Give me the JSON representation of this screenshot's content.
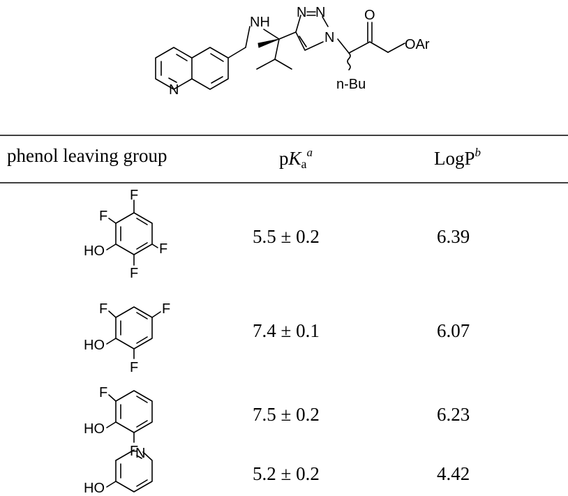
{
  "scaffold": {
    "nh_label": "NH",
    "n_label": "N",
    "o_label": "O",
    "oar_label": "OAr",
    "nbu_label": "n-Bu"
  },
  "table": {
    "headers": {
      "leaving_group": "phenol leaving group",
      "pka_prefix": "p",
      "pka_symbol": "K",
      "pka_sub": "a",
      "pka_footnote": "a",
      "logp_text": "LogP",
      "logp_footnote": "b"
    },
    "atom_labels": {
      "f": "F",
      "ho": "HO",
      "n": "N"
    },
    "rows": [
      {
        "pka": "5.5 ± 0.2",
        "logp": "6.39"
      },
      {
        "pka": "7.4 ± 0.1",
        "logp": "6.07"
      },
      {
        "pka": "7.5 ± 0.2",
        "logp": "6.23"
      },
      {
        "pka": "5.2 ± 0.2",
        "logp": "4.42"
      }
    ]
  }
}
